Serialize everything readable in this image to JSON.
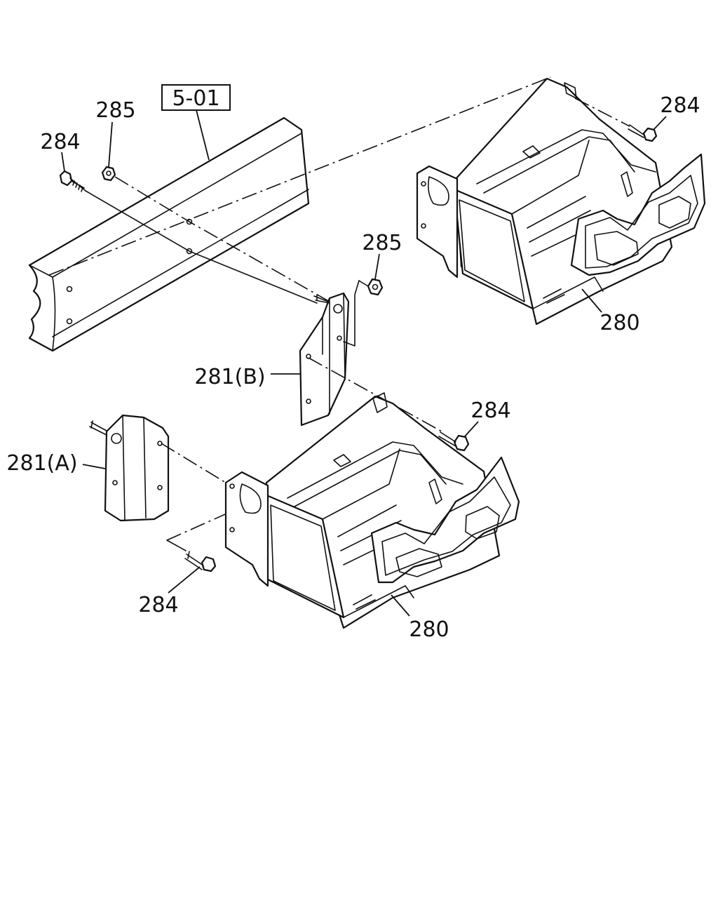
{
  "diagram": {
    "ref_label": "5-01",
    "labels": {
      "bolt_284_upper_left": "284",
      "nut_285_upper": "285",
      "bolt_284_upper_right": "284",
      "nut_285_middle": "285",
      "box_280_upper": "280",
      "bracket_281_b": "281(B)",
      "bolt_284_middle_right": "284",
      "bracket_281_a": "281(A)",
      "bolt_284_lower": "284",
      "box_280_lower": "280"
    }
  }
}
